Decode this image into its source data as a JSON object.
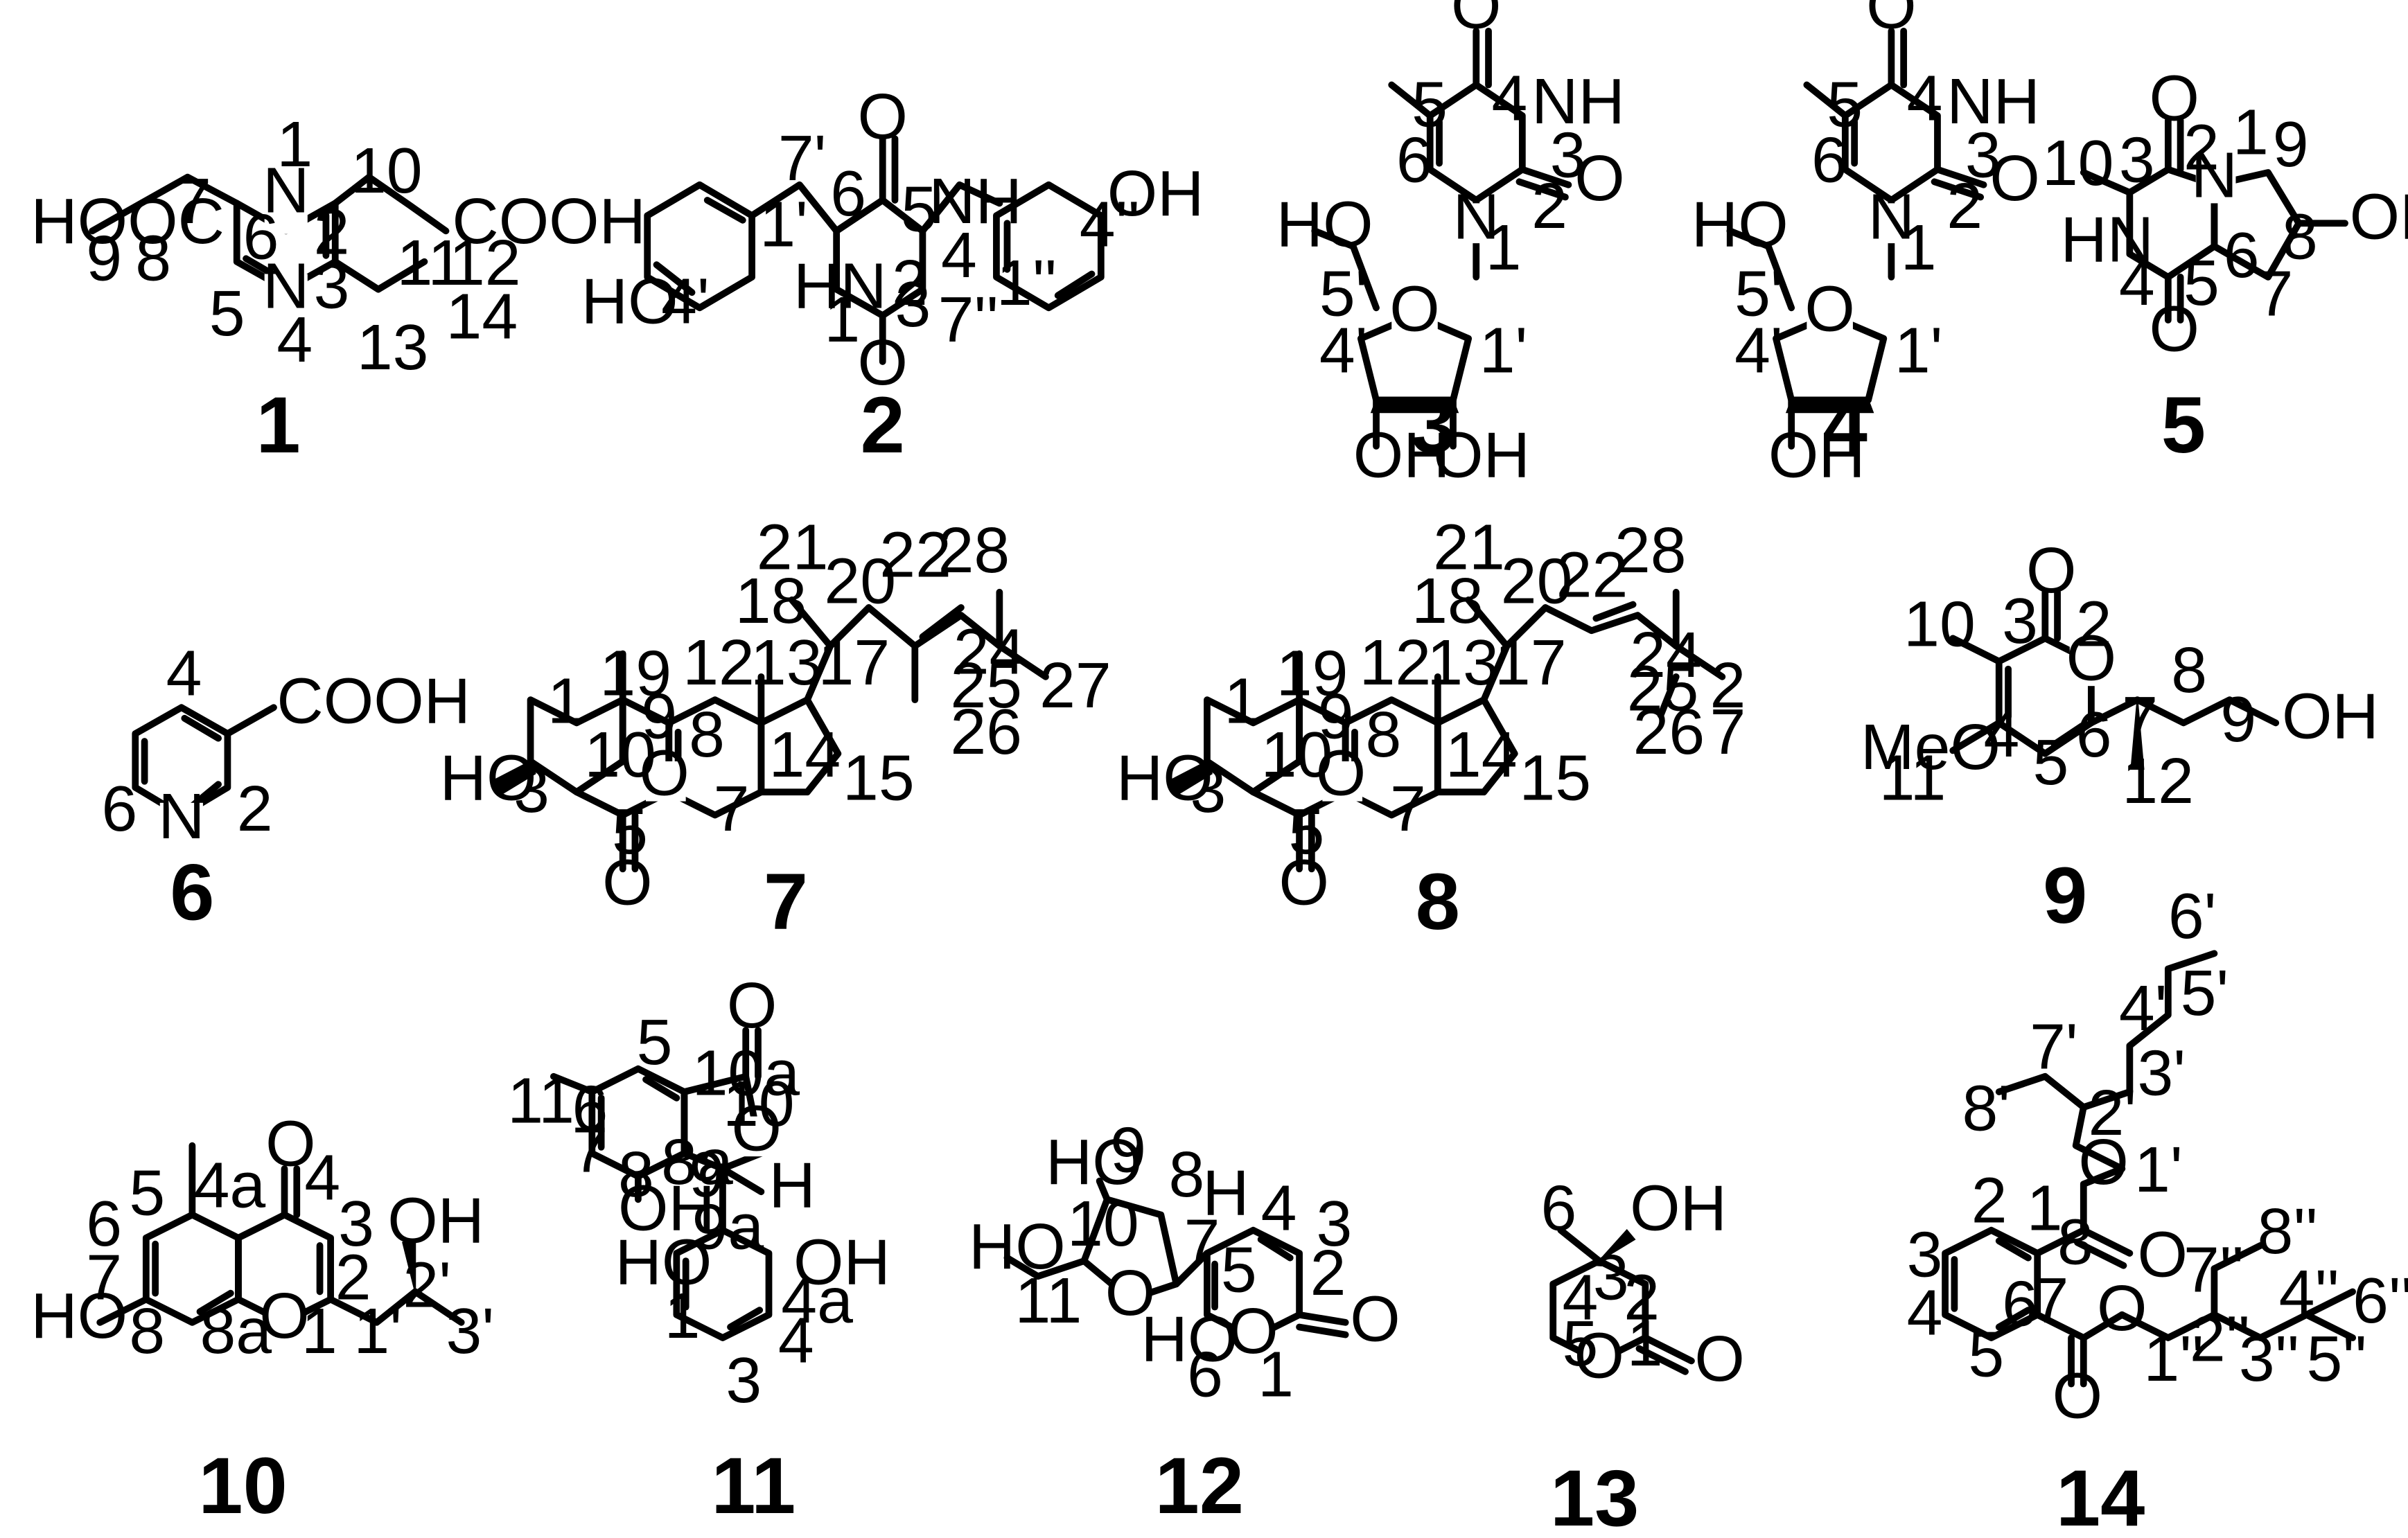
{
  "compounds": [
    {
      "number": "1",
      "atoms": {
        "n1": "N",
        "n4": "N",
        "hooc": "HOOC",
        "cooh": "COOH"
      },
      "locants": [
        "1",
        "2",
        "3",
        "4",
        "5",
        "6",
        "7",
        "8",
        "9",
        "10",
        "11",
        "12",
        "13",
        "14"
      ]
    },
    {
      "number": "2",
      "atoms": {
        "o5": "O",
        "o2": "O",
        "nh4": "NH",
        "hn1": "HN",
        "ho4p": "HO",
        "oh4pp": "OH"
      },
      "locants": [
        "7'",
        "6",
        "5",
        "4",
        "3",
        "2",
        "1",
        "1'",
        "4'",
        "7''",
        "1''",
        "4''"
      ]
    },
    {
      "number": "3",
      "atoms": {
        "o4": "O",
        "nh3": "NH",
        "o2": "O",
        "n1": "N",
        "ho5p": "HO",
        "oring": "O",
        "oh3p": "OH",
        "oh2p": "OH"
      },
      "locants": [
        "4",
        "5",
        "3",
        "6",
        "2",
        "1",
        "5'",
        "4'",
        "1'"
      ]
    },
    {
      "number": "4",
      "atoms": {
        "o4": "O",
        "nh3": "NH",
        "o2": "O",
        "n1": "N",
        "ho5p": "HO",
        "oring": "O",
        "oh3p": "OH"
      },
      "locants": [
        "4",
        "5",
        "3",
        "6",
        "2",
        "1",
        "5'",
        "4'",
        "1'"
      ]
    },
    {
      "number": "5",
      "atoms": {
        "o2": "O",
        "o5": "O",
        "n1": "N",
        "hn4": "HN",
        "oh8": "OH"
      },
      "locants": [
        "10",
        "3",
        "2",
        "1",
        "9",
        "4",
        "6",
        "8",
        "5",
        "7"
      ]
    },
    {
      "number": "6",
      "atoms": {
        "n": "N",
        "cooh": "COOH"
      },
      "locants": [
        "4",
        "6",
        "2"
      ]
    },
    {
      "number": "7",
      "atoms": {
        "ho": "HO",
        "o_ep": "O",
        "o_k": "O"
      },
      "locants": [
        "21",
        "20",
        "22",
        "28",
        "18",
        "24",
        "13",
        "17",
        "19",
        "12",
        "25",
        "27",
        "9",
        "26",
        "1",
        "10",
        "8",
        "14",
        "15",
        "3",
        "5",
        "7"
      ]
    },
    {
      "number": "8",
      "atoms": {
        "ho": "HO",
        "o_ep": "O",
        "o_k": "O"
      },
      "locants": [
        "21",
        "20",
        "22",
        "28",
        "18",
        "13",
        "17",
        "19",
        "12",
        "24",
        "25",
        "2",
        "7",
        "26",
        "1",
        "9",
        "10",
        "8",
        "14",
        "15",
        "3",
        "5",
        "7"
      ]
    },
    {
      "number": "9",
      "atoms": {
        "o_co": "O",
        "o_ring": "O",
        "meo": "MeO",
        "oh": "OH"
      },
      "locants": [
        "10",
        "3",
        "2",
        "4",
        "6",
        "7",
        "8",
        "9",
        "11",
        "5",
        "12"
      ]
    },
    {
      "number": "10",
      "atoms": {
        "o4": "O",
        "oh2p": "OH",
        "ho7": "HO",
        "o1": "O"
      },
      "locants": [
        "4",
        "5",
        "4a",
        "3",
        "6",
        "7",
        "2",
        "2'",
        "8",
        "8a",
        "1",
        "1'",
        "3'"
      ]
    },
    {
      "number": "11",
      "atoms": {
        "o_co": "O",
        "o_ring": "O",
        "h9": "H",
        "oh8": "OH",
        "ho1": "HO",
        "oh4a": "OH"
      },
      "locants": [
        "5",
        "10a",
        "11",
        "6",
        "10",
        "7",
        "9",
        "8",
        "8a",
        "9a",
        "1",
        "4a",
        "4",
        "3"
      ]
    },
    {
      "number": "12",
      "atoms": {
        "ho9": "HO",
        "h7": "H",
        "ho11": "HO",
        "o_thf": "O",
        "ho6": "HO",
        "o1": "O",
        "o_co": "O"
      },
      "locants": [
        "9",
        "8",
        "10",
        "7",
        "4",
        "3",
        "11",
        "5",
        "2",
        "6",
        "1"
      ]
    },
    {
      "number": "13",
      "atoms": {
        "oh": "OH",
        "o_ring": "O",
        "o_co": "O"
      },
      "locants": [
        "6",
        "3",
        "4",
        "2",
        "5",
        "1"
      ]
    },
    {
      "number": "14",
      "atoms": {
        "o8": "O",
        "o8c": "O",
        "o7": "O",
        "o7c": "O"
      },
      "locants": [
        "6'",
        "5'",
        "4'",
        "7'",
        "3'",
        "8'",
        "2'",
        "1'",
        "2",
        "1",
        "8",
        "3",
        "8''",
        "7''",
        "4''",
        "4",
        "6",
        "7",
        "2''",
        "6''",
        "5",
        "1''",
        "3''",
        "5''"
      ]
    }
  ]
}
